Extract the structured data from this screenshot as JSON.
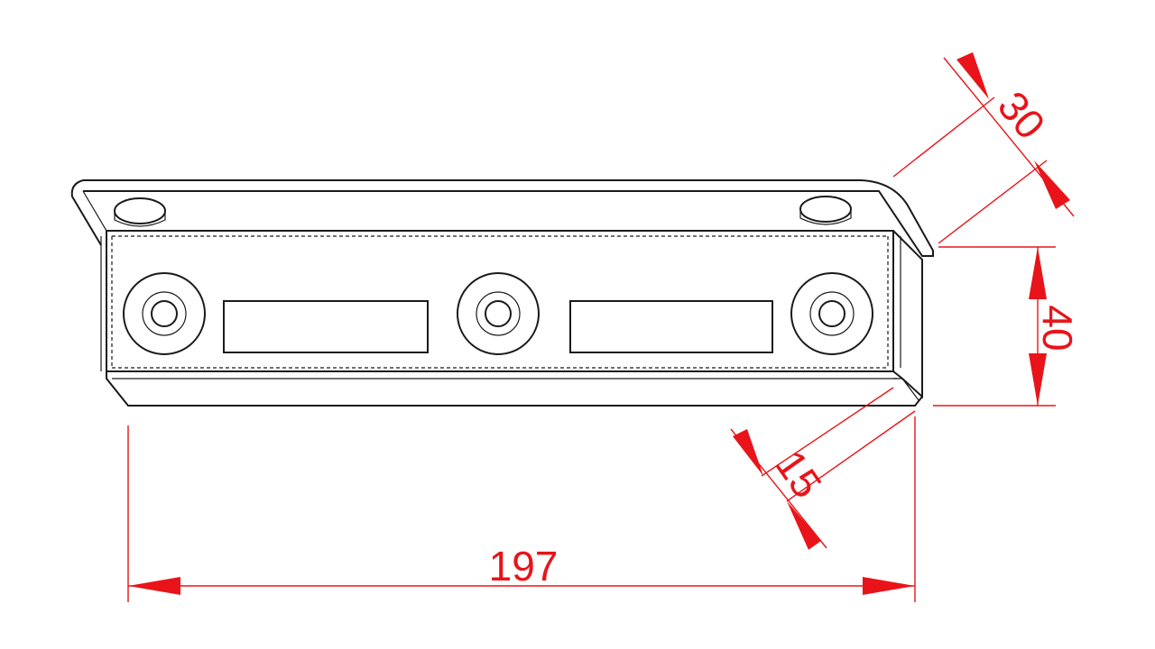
{
  "drawing": {
    "colors": {
      "line": "#1a1a1a",
      "dimension": "#e8141a",
      "background": "#ffffff"
    },
    "dimensions": {
      "length": "197",
      "height": "40",
      "top_flange": "30",
      "bottom_flange": "15"
    }
  }
}
